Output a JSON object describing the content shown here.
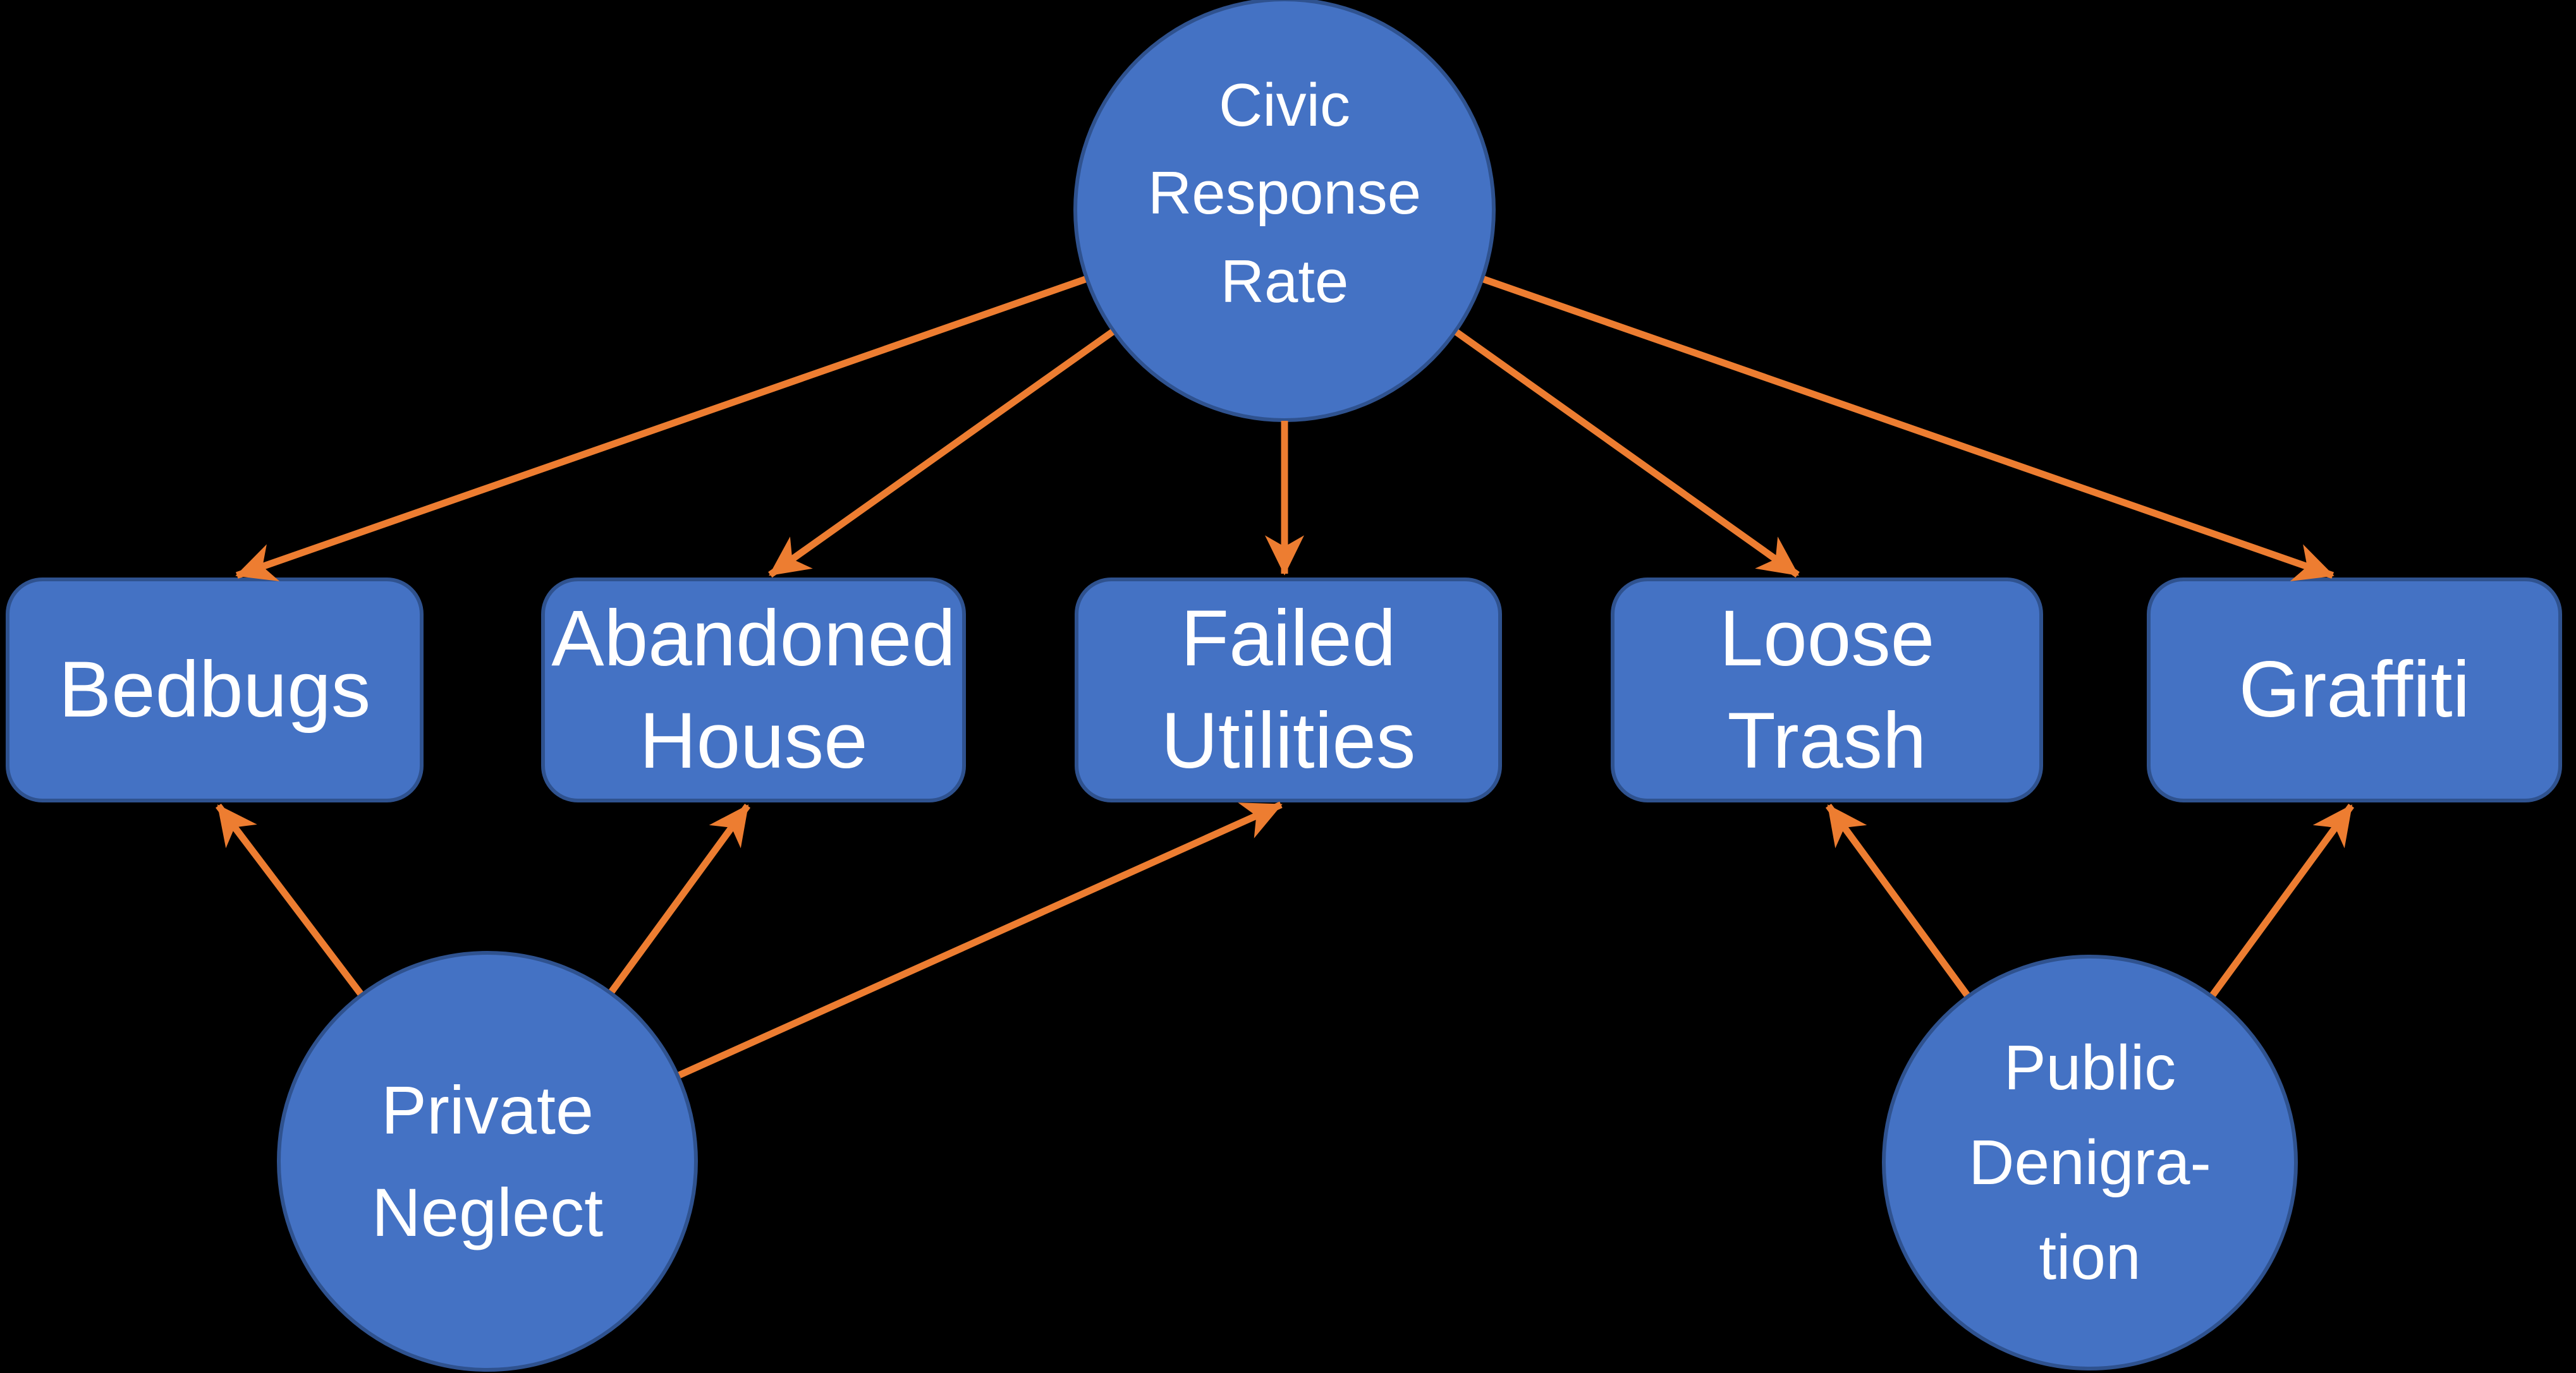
{
  "colors": {
    "background": "#000000",
    "node_fill": "#4472C4",
    "node_border": "#2F528F",
    "arrow": "#ED7D31",
    "text": "#FFFFFF"
  },
  "nodes": {
    "civic_response_rate": {
      "label": "Civic\nResponse\nRate",
      "shape": "circle"
    },
    "bedbugs": {
      "label": "Bedbugs",
      "shape": "rounded-rect"
    },
    "abandoned_house": {
      "label": "Abandoned\nHouse",
      "shape": "rounded-rect"
    },
    "failed_utilities": {
      "label": "Failed\nUtilities",
      "shape": "rounded-rect"
    },
    "loose_trash": {
      "label": "Loose Trash",
      "shape": "rounded-rect"
    },
    "graffiti": {
      "label": "Graffiti",
      "shape": "rounded-rect"
    },
    "private_neglect": {
      "label": "Private\nNeglect",
      "shape": "circle"
    },
    "public_denigration": {
      "label": "Public\nDenigra-\ntion",
      "shape": "circle"
    }
  },
  "edges": [
    {
      "from": "civic_response_rate",
      "to": "bedbugs"
    },
    {
      "from": "civic_response_rate",
      "to": "abandoned_house"
    },
    {
      "from": "civic_response_rate",
      "to": "failed_utilities"
    },
    {
      "from": "civic_response_rate",
      "to": "loose_trash"
    },
    {
      "from": "civic_response_rate",
      "to": "graffiti"
    },
    {
      "from": "private_neglect",
      "to": "bedbugs"
    },
    {
      "from": "private_neglect",
      "to": "abandoned_house"
    },
    {
      "from": "private_neglect",
      "to": "failed_utilities"
    },
    {
      "from": "public_denigration",
      "to": "loose_trash"
    },
    {
      "from": "public_denigration",
      "to": "graffiti"
    }
  ]
}
